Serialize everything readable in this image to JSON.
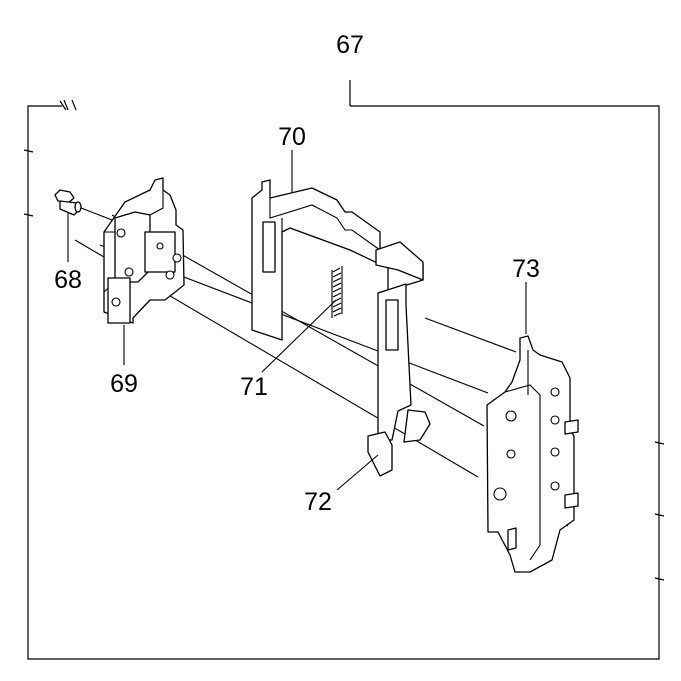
{
  "callouts": {
    "assembly": "67",
    "screw": "68",
    "bracket_left": "69",
    "frame_upper": "70",
    "spring": "71",
    "lever": "72",
    "bracket_right": "73"
  }
}
